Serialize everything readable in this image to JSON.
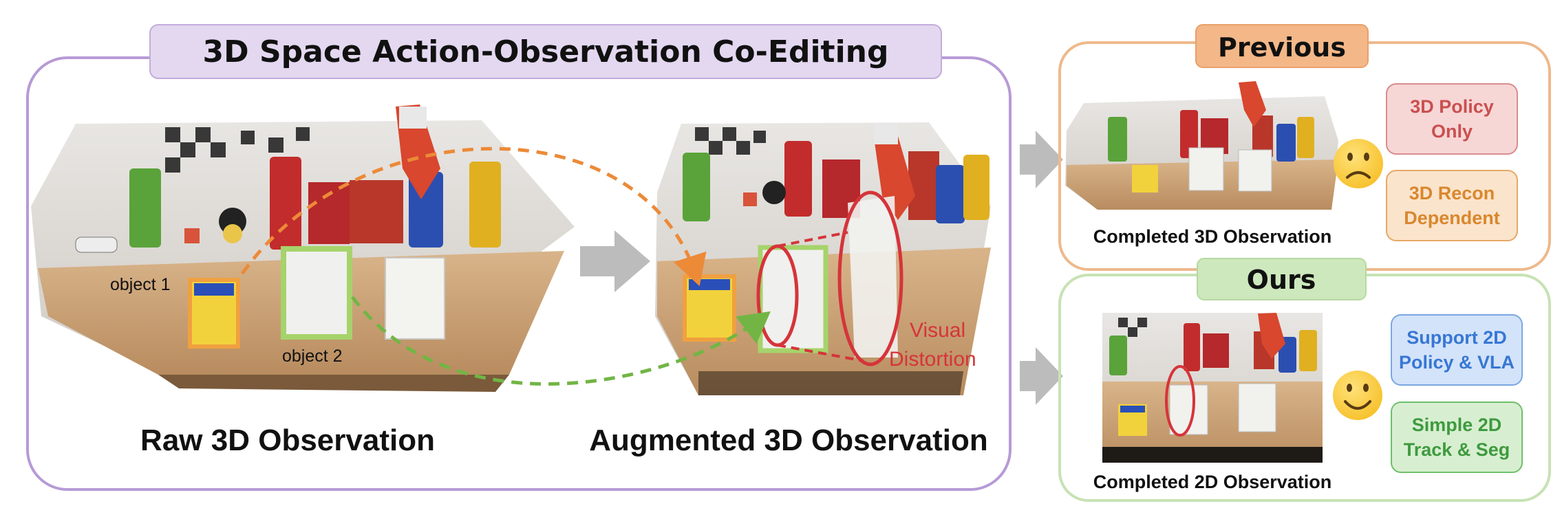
{
  "left_panel": {
    "title": "3D Space Action-Observation Co-Editing",
    "raw_caption": "Raw 3D Observation",
    "augmented_caption": "Augmented 3D Observation",
    "object1_label": "object 1",
    "object2_label": "object 2",
    "distortion_label_line1": "Visual",
    "distortion_label_line2": "Distortion"
  },
  "previous_panel": {
    "title": "Previous",
    "caption": "Completed 3D Observation",
    "tag1_line1": "3D Policy",
    "tag1_line2": "Only",
    "tag2_line1": "3D Recon",
    "tag2_line2": "Dependent",
    "face": "sad-face-icon"
  },
  "ours_panel": {
    "title": "Ours",
    "caption": "Completed 2D Observation",
    "tag1_line1": "Support 2D",
    "tag1_line2": "Policy & VLA",
    "tag2_line1": "Simple 2D",
    "tag2_line2": "Track & Seg",
    "face": "happy-face-icon"
  },
  "colors": {
    "left_border": "#b79ad6",
    "left_title_fill": "#e3d8f0",
    "previous_border": "#eeb98c",
    "previous_title_fill": "#f3b788",
    "ours_border": "#c7e2b4",
    "ours_title_fill": "#cde8bd",
    "orange_arrow": "#ec8a38",
    "green_arrow": "#72b545",
    "red_mark": "#d5343a",
    "gray_arrow": "#b8b8b8"
  }
}
